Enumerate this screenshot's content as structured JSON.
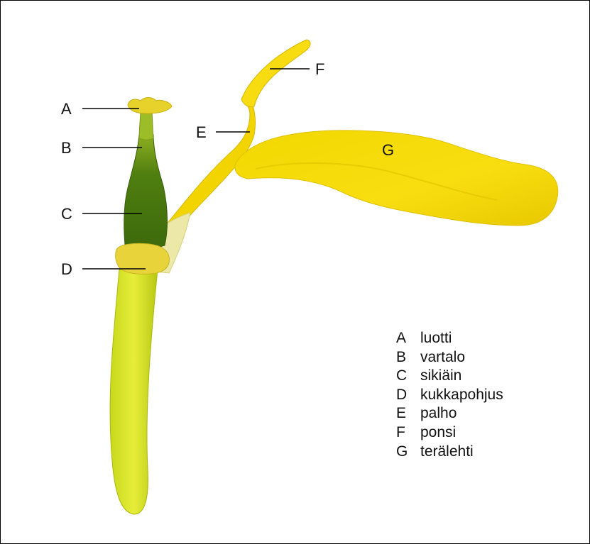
{
  "diagram": {
    "labels": [
      {
        "id": "A",
        "letter": "A"
      },
      {
        "id": "B",
        "letter": "B"
      },
      {
        "id": "C",
        "letter": "C"
      },
      {
        "id": "D",
        "letter": "D"
      },
      {
        "id": "E",
        "letter": "E"
      },
      {
        "id": "F",
        "letter": "F"
      },
      {
        "id": "G",
        "letter": "G"
      }
    ],
    "legend": [
      {
        "letter": "A",
        "text": "luotti"
      },
      {
        "letter": "B",
        "text": "vartalo"
      },
      {
        "letter": "C",
        "text": "sikiäin"
      },
      {
        "letter": "D",
        "text": "kukkapohjus"
      },
      {
        "letter": "E",
        "text": "palho"
      },
      {
        "letter": "F",
        "text": "ponsi"
      },
      {
        "letter": "G",
        "text": "terälehti"
      }
    ]
  }
}
